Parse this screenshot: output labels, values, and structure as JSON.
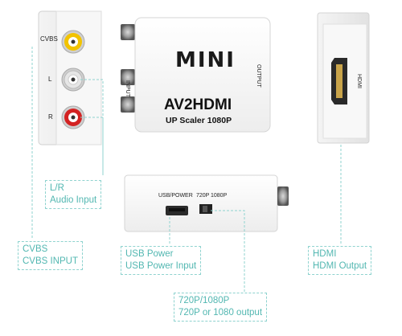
{
  "side_view": {
    "labels": [
      "CVBS",
      "L",
      "R"
    ]
  },
  "front_view": {
    "brand": "MINI",
    "model": "AV2HDMI",
    "subtitle": "UP Scaler 1080P",
    "input_label": "INPUT",
    "output_label": "OUTPUT"
  },
  "hdmi_view": {
    "port_label": "HDMI"
  },
  "bottom_view": {
    "usb_label": "USB/POWER",
    "switch_720": "720P",
    "switch_1080": "1080P"
  },
  "callouts": {
    "audio": {
      "line1": "L/R",
      "line2": "Audio Input"
    },
    "cvbs": {
      "line1": "CVBS",
      "line2": "CVBS INPUT"
    },
    "usb": {
      "line1": "USB Power",
      "line2": "USB Power Input"
    },
    "hdmi": {
      "line1": "HDMI",
      "line2": "HDMI Output"
    },
    "resolution": {
      "line1": "720P/1080P",
      "line2": "720P or 1080 output"
    }
  },
  "colors": {
    "accent": "#52b7b1",
    "dashed": "#8fd3cf",
    "rca_yellow": "#f2c300",
    "rca_red": "#d32222",
    "rca_white": "#e6e6e6"
  }
}
